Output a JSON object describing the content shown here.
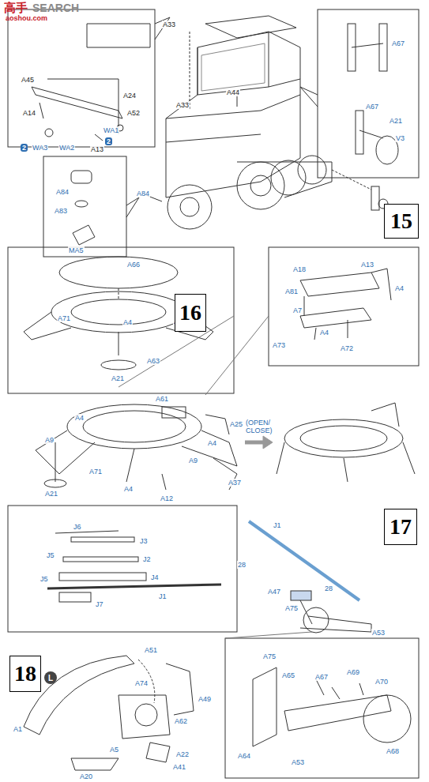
{
  "diagram": {
    "nodes": [
      {
        "text": [
          "15"
        ]
      },
      {
        "text": [
          "16"
        ]
      },
      {
        "text": [
          "17"
        ]
      },
      {
        "text": [
          "18"
        ]
      },
      {
        "text": [
          "L"
        ]
      }
    ],
    "labels": [
      "高手",
      "SEARCH",
      "aoshou.com",
      "A33",
      "A45",
      "A24",
      "A14",
      "A52",
      "WA1",
      "2",
      "A13",
      "2",
      "WA3",
      "WA2",
      "A44",
      "A33",
      "A84",
      "A83",
      "MA5",
      "A84",
      "A67",
      "A67",
      "A21",
      "V3",
      "V3",
      "A66",
      "A71",
      "A4",
      "A9",
      "A63",
      "A21",
      "A18",
      "A13",
      "A81",
      "A4",
      "A7",
      "A4",
      "A73",
      "A72",
      "A61",
      "A25",
      "(OPEN/ CLOSE)",
      "A4",
      "A9",
      "A71",
      "A21",
      "A4",
      "A9",
      "A4",
      "A37",
      "A12",
      "J6",
      "J3",
      "J5",
      "J2",
      "J4",
      "J5",
      "J7",
      "J1",
      "J1",
      "A47",
      "28",
      "28",
      "A75",
      "A53",
      "A75",
      "A65",
      "A67",
      "A69",
      "A70",
      "A68",
      "A64",
      "A53",
      "A51",
      "A74",
      "A49",
      "A1",
      "A62",
      "A5",
      "A22",
      "A41",
      "A20"
    ]
  }
}
